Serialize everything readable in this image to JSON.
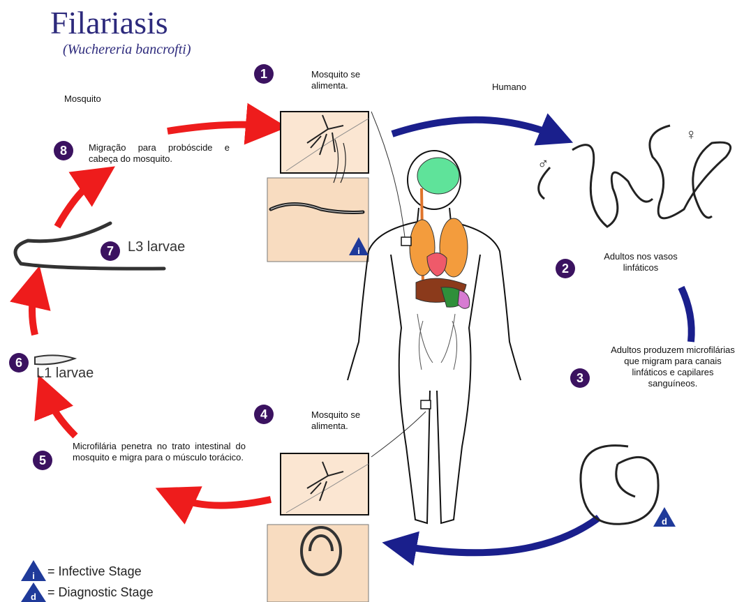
{
  "title": "Filariasis",
  "subtitle": "(Wuchereria bancrofti)",
  "hosts": {
    "mosquito": "Mosquito",
    "human": "Humano"
  },
  "steps": [
    {
      "num": "1",
      "text": "Mosquito se alimenta."
    },
    {
      "num": "2",
      "text": "Adultos nos vasos linfáticos"
    },
    {
      "num": "3",
      "text": "Adultos produzem microfilárias que migram para canais linfáticos e capilares sanguíneos."
    },
    {
      "num": "4",
      "text": "Mosquito se alimenta."
    },
    {
      "num": "5",
      "text": "Microfilária penetra no trato intestinal do mosquito e migra para o músculo torácico."
    },
    {
      "num": "6",
      "text": "L1 larvae"
    },
    {
      "num": "7",
      "text": "L3 larvae"
    },
    {
      "num": "8",
      "text": "Migração para probóscide e cabeça do mosquito."
    }
  ],
  "stage_badges": {
    "infective": "i",
    "diagnostic": "d"
  },
  "sex_symbols": {
    "male": "♂",
    "female": "♀"
  },
  "legend": {
    "infective": "= Infective Stage",
    "diagnostic": "= Diagnostic Stage"
  },
  "colors": {
    "mosquito_arrow": "#ee1c1c",
    "human_arrow": "#1a1f8c",
    "step_circle": "#3b1260",
    "badge": "#1f3a9a",
    "panel": "#f8dcc0"
  }
}
